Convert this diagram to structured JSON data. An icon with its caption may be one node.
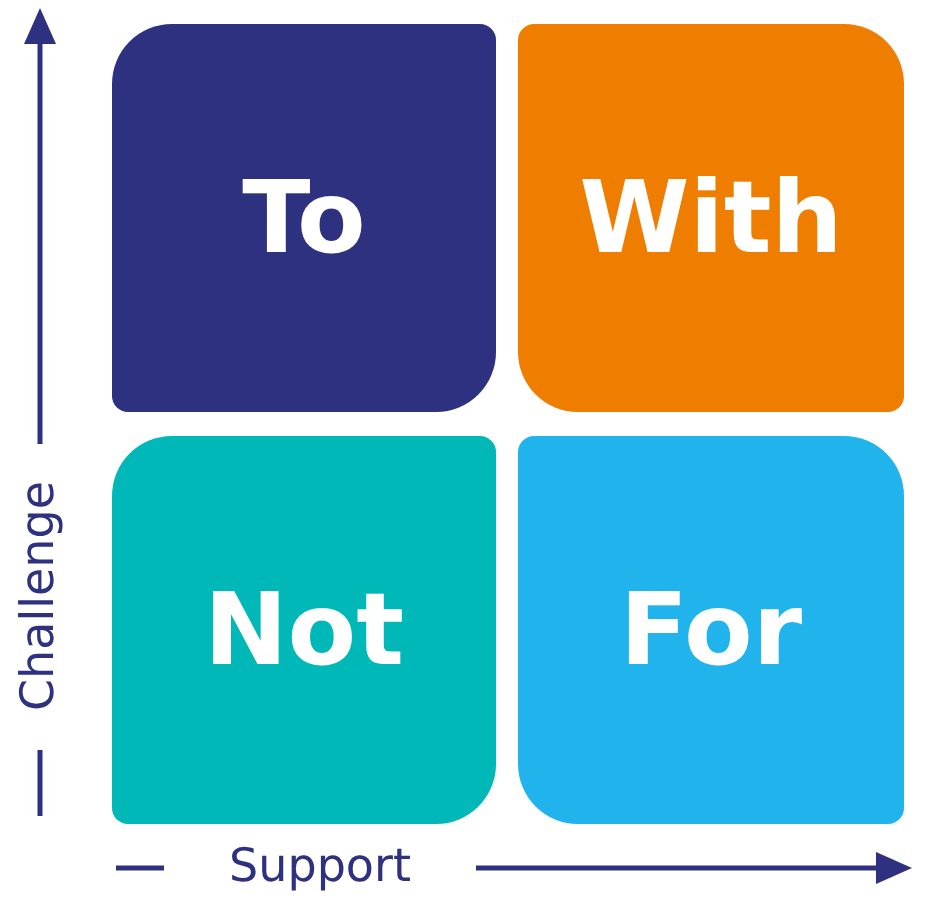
{
  "diagram": {
    "nodes": [
      {
        "text": [
          "To"
        ]
      },
      {
        "text": [
          "With"
        ]
      },
      {
        "text": [
          "Not"
        ]
      },
      {
        "text": [
          "For"
        ]
      }
    ],
    "labels": [
      "Challenge",
      "Support"
    ]
  }
}
